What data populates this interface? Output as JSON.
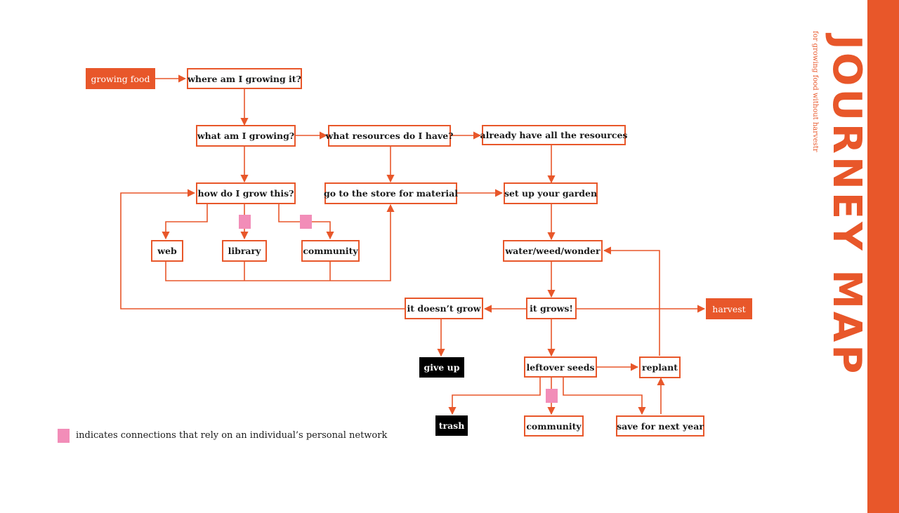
{
  "title": "JOURNEY MAP",
  "subtitle": "for growing food without harvestr",
  "colors": {
    "accent": "#E8572A",
    "pink_marker": "#F28DB8",
    "terminal_black": "#000000"
  },
  "nodes": {
    "growing_food": "growing food",
    "where_growing": "where am I growing it?",
    "what_growing": "what am I growing?",
    "what_resources": "what resources do I have?",
    "already_have": "already have all the resources",
    "how_grow": "how do I grow this?",
    "store": "go to the store for material",
    "setup_garden": "set up your garden",
    "web": "web",
    "library": "library",
    "community_1": "community",
    "water": "water/weed/wonder",
    "doesnt_grow": "it doesn’t grow",
    "it_grows": "it grows!",
    "harvest": "harvest",
    "give_up": "give up",
    "leftover_seeds": "leftover seeds",
    "replant": "replant",
    "trash": "trash",
    "community_2": "community",
    "save_next_year": "save for next year"
  },
  "legend": {
    "text": "indicates connections that rely on an individual’s personal network"
  }
}
